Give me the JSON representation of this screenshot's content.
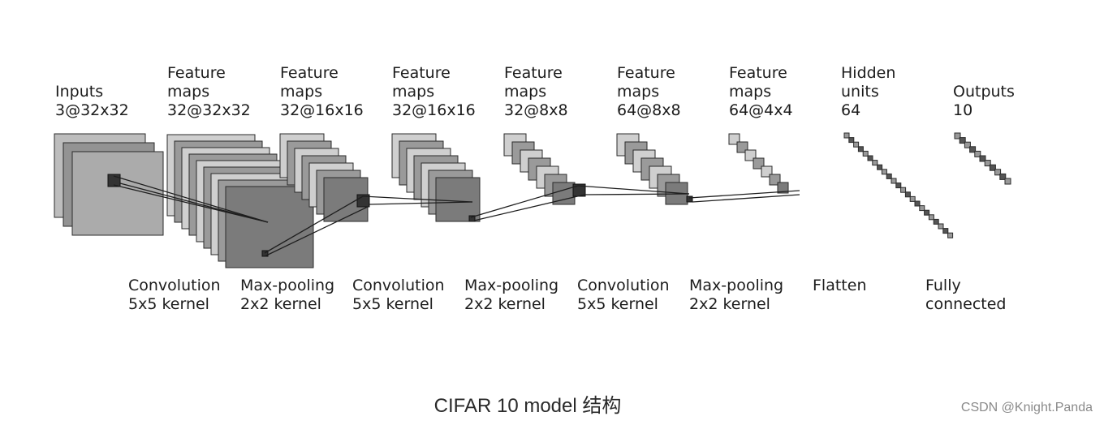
{
  "layers": [
    {
      "line1": "Inputs",
      "line2": "3@32x32"
    },
    {
      "line0": "Feature",
      "line1": "maps",
      "line2": "32@32x32"
    },
    {
      "line0": "Feature",
      "line1": "maps",
      "line2": "32@16x16"
    },
    {
      "line0": "Feature",
      "line1": "maps",
      "line2": "32@16x16"
    },
    {
      "line0": "Feature",
      "line1": "maps",
      "line2": "32@8x8"
    },
    {
      "line0": "Feature",
      "line1": "maps",
      "line2": "64@8x8"
    },
    {
      "line0": "Feature",
      "line1": "maps",
      "line2": "64@4x4"
    },
    {
      "line0": "Hidden",
      "line1": "units",
      "line2": "64"
    },
    {
      "line1": "Outputs",
      "line2": "10"
    }
  ],
  "operations": [
    {
      "line1": "Convolution",
      "line2": "5x5 kernel"
    },
    {
      "line1": "Max-pooling",
      "line2": "2x2 kernel"
    },
    {
      "line1": "Convolution",
      "line2": "5x5 kernel"
    },
    {
      "line1": "Max-pooling",
      "line2": "2x2 kernel"
    },
    {
      "line1": "Convolution",
      "line2": "5x5 kernel"
    },
    {
      "line1": "Max-pooling",
      "line2": "2x2 kernel"
    },
    {
      "line1": "Flatten",
      "line2": ""
    },
    {
      "line1": "Fully",
      "line2": "connected"
    }
  ],
  "caption": "CIFAR 10 model 结构",
  "watermark": "CSDN @Knight.Panda"
}
